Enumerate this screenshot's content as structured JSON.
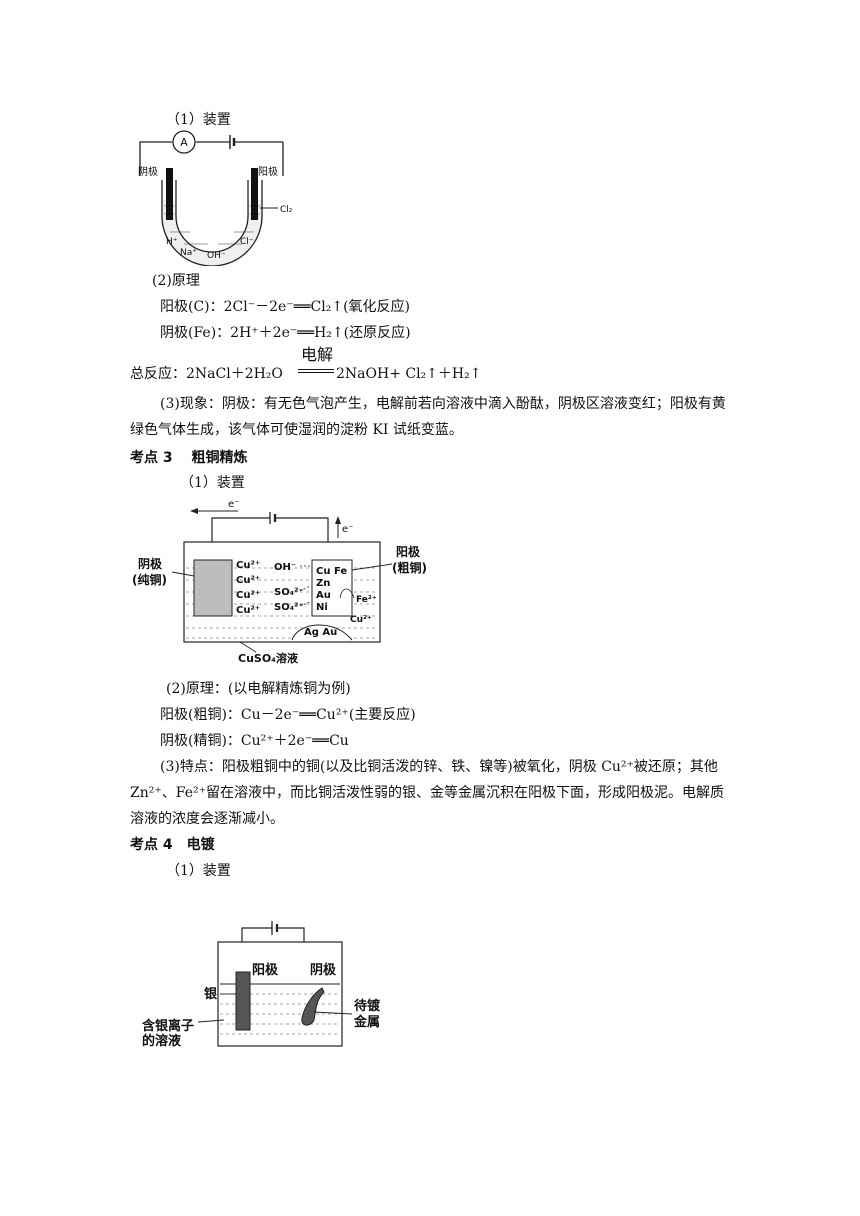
{
  "s2": {
    "setup": "（1）装置",
    "fig": {
      "ammeter": "A",
      "cathode": "阴极",
      "anode": "阳极",
      "cl2": "Cl₂",
      "h": "H⁺",
      "na": "Na⁺",
      "oh": "OH⁻",
      "cl": "Cl⁻"
    },
    "principle": "(2)原理",
    "anode_eq": "阳极(C)：2Cl⁻－2e⁻══Cl₂↑(氧化反应)",
    "cathode_eq": "阴极(Fe)：2H⁺＋2e⁻══H₂↑(还原反应)",
    "total_label": "总反应：2NaCl＋2H₂O",
    "total_cond": "电解",
    "total_rhs": "2NaOH+ Cl₂↑＋H₂↑",
    "phenomenon": "(3)现象：阴极：有无色气泡产生，电解前若向溶液中滴入酚酞，阴极区溶液变红；阳极有黄绿色气体生成，该气体可使湿润的淀粉 KI 试纸变蓝。"
  },
  "s3": {
    "heading": "考点 3　 粗铜精炼",
    "setup": "（1）装置",
    "fig": {
      "e_left": "e⁻",
      "e_up": "e⁻",
      "cathode_l1": "阴极",
      "cathode_l2": "(纯铜)",
      "anode_l1": "阳极",
      "anode_l2": "(粗铜)",
      "ions": [
        "Cu²⁺",
        "Cu²⁺",
        "Cu²⁺",
        "Cu²⁺"
      ],
      "oh": "OH⁻",
      "so4a": "SO₄²⁻",
      "so4b": "SO₄²⁻",
      "metals": [
        "Cu",
        "Fe",
        "Zn",
        "Au",
        "Ni"
      ],
      "fe2": "Fe²⁺",
      "cu2": "Cu²⁺",
      "mud": "Ag  Au",
      "solution": "CuSO₄溶液"
    },
    "principle": "(2)原理：(以电解精炼铜为例)",
    "anode_eq": "阳极(粗铜)：Cu－2e⁻══Cu²⁺(主要反应)",
    "cathode_eq": "阴极(精铜)：Cu²⁺＋2e⁻══Cu",
    "features": "(3)特点：阳极粗铜中的铜(以及比铜活泼的锌、铁、镍等)被氧化，阴极 Cu²⁺被还原；其他 Zn²⁺、Fe²⁺留在溶液中，而比铜活泼性弱的银、金等金属沉积在阳极下面，形成阳极泥。电解质溶液的浓度会逐渐减小。"
  },
  "s4": {
    "heading": "考点 4　电镀",
    "setup": "（1）装置",
    "fig": {
      "anode": "阳极",
      "cathode": "阴极",
      "silver": "银",
      "solution_l1": "含银离子",
      "solution_l2": "的溶液",
      "object_l1": "待镀",
      "object_l2": "金属"
    }
  }
}
